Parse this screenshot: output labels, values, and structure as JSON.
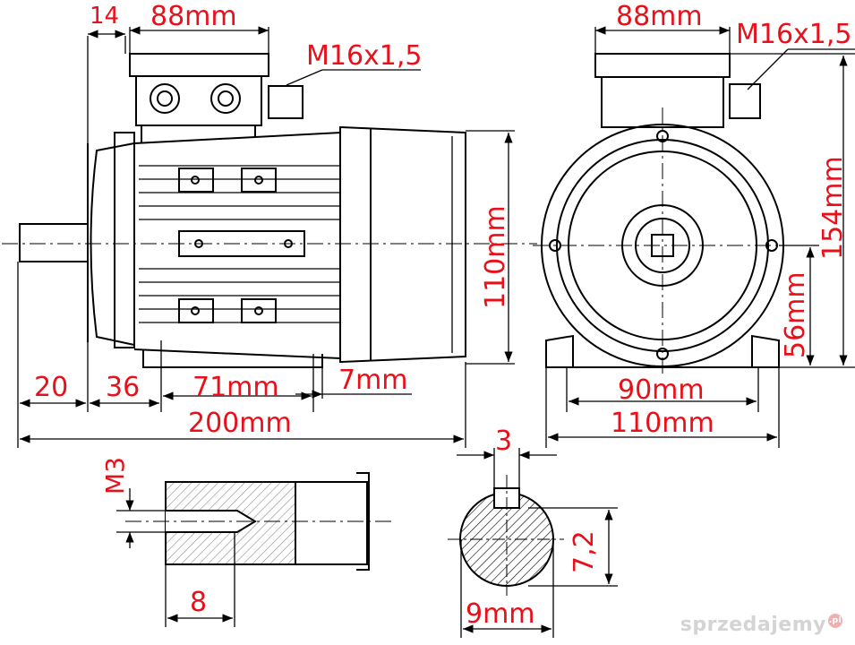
{
  "dimensions": {
    "d14": "14",
    "d88_top_left": "88mm",
    "thread_left": "M16x1,5",
    "d88_top_right": "88mm",
    "thread_right": "M16x1,5",
    "d110_height": "110mm",
    "d154_height": "154mm",
    "d56_height": "56mm",
    "d20": "20",
    "d36": "36",
    "d71": "71mm",
    "d7": "7mm",
    "d200": "200mm",
    "d90": "90mm",
    "d110_width": "110mm",
    "d3": "3",
    "m3": "M3",
    "d7_2": "7,2",
    "d8": "8",
    "d9": "9mm"
  },
  "watermark": {
    "text": "sprzedajemy",
    "suffix": ".pl"
  },
  "colors": {
    "dimension_text": "#e8101a",
    "line": "#000000",
    "hatch": "#000000"
  }
}
